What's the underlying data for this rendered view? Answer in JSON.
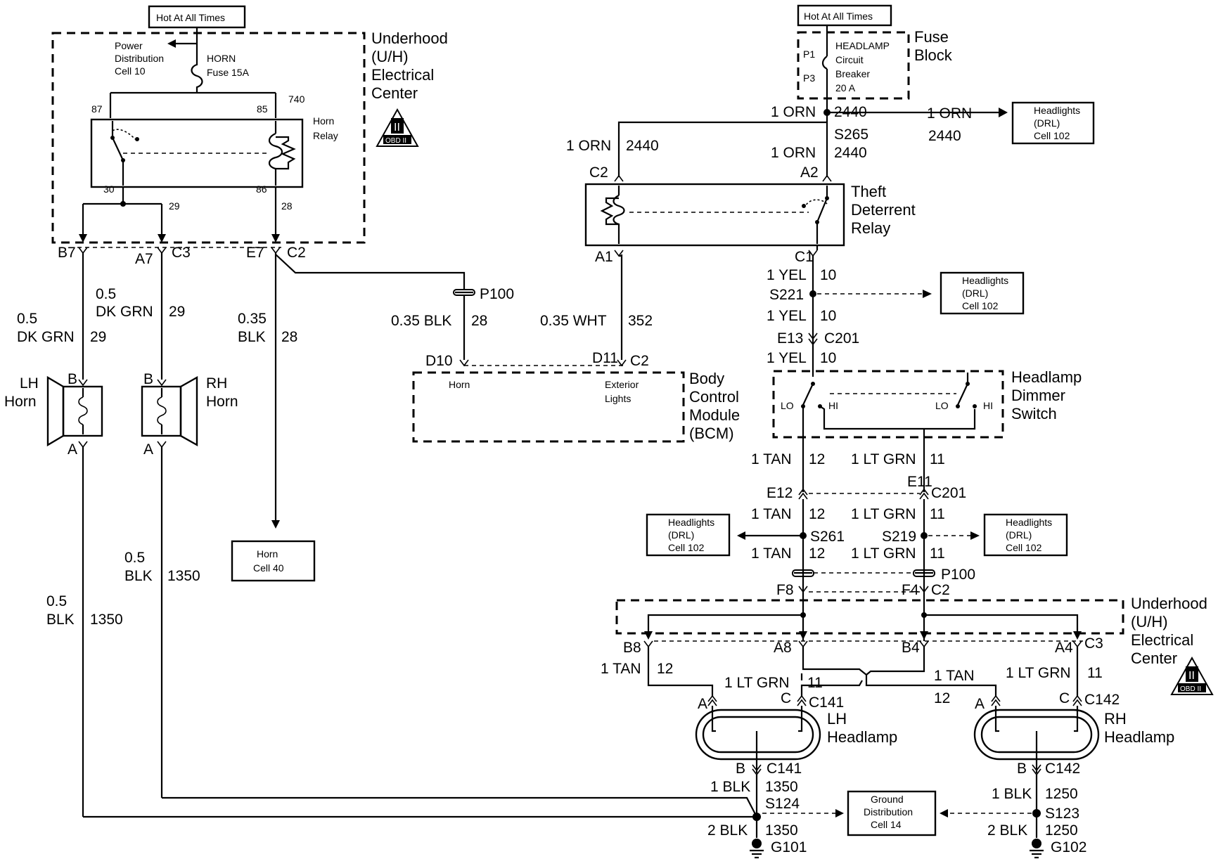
{
  "labels": {
    "hot1": "Hot At All Times",
    "hot2": "Hot At All Times",
    "pdc1": "Power",
    "pdc2": "Distribution",
    "pdc3": "Cell 10",
    "hornfuse1": "HORN",
    "hornfuse2": "Fuse 15A",
    "uh1_1": "Underhood",
    "uh1_2": "(U/H)",
    "uh1_3": "Electrical",
    "uh1_4": "Center",
    "obd": "OBD II",
    "obd_ii": "II",
    "hr87": "87",
    "hr85": "85",
    "hr740": "740",
    "hr30": "30",
    "hr86": "86",
    "hr29": "29",
    "hr28": "28",
    "hornrelay1": "Horn",
    "hornrelay2": "Relay",
    "b7": "B7",
    "a7": "A7",
    "c3a": "C3",
    "e7": "E7",
    "c2a": "C2",
    "w05a": "0.5",
    "dkgrn_a": "DK GRN",
    "n29a": "29",
    "w05b": "0.5",
    "dkgrn_b": "DK GRN",
    "n29b": "29",
    "w035a": "0.35",
    "blk_a": "BLK",
    "n28a": "28",
    "lh1": "LH",
    "lh2": "Horn",
    "rh1": "RH",
    "rh2": "Horn",
    "lhb": "B",
    "lha": "A",
    "rhb": "B",
    "rha": "A",
    "horncell1": "Horn",
    "horncell2": "Cell 40",
    "p100a": "P100",
    "w035blk28": "0.35 BLK",
    "n28b": "28",
    "w035wht": "0.35 WHT",
    "n352": "352",
    "d10": "D10",
    "d11": "D11",
    "c2b": "C2",
    "bcm_horn": "Horn",
    "bcm_ext1": "Exterior",
    "bcm_ext2": "Lights",
    "bcm1": "Body",
    "bcm2": "Control",
    "bcm3": "Module",
    "bcm4": "(BCM)",
    "p1": "P1",
    "p3": "P3",
    "cb1": "HEADLAMP",
    "cb2": "Circuit",
    "cb3": "Breaker",
    "cb4": "20 A",
    "fb1": "Fuse",
    "fb2": "Block",
    "orn1": "1 ORN",
    "n2440a": "2440",
    "orn2": "1 ORN",
    "n2440b": "2440",
    "orn3": "1 ORN",
    "n2440c": "2440",
    "orn4": "1 ORN",
    "n2440d": "2440",
    "s265": "S265",
    "drl1_1": "Headlights",
    "drl1_2": "(DRL)",
    "drl1_3": "Cell 102",
    "c2c": "C2",
    "a2": "A2",
    "tdr1": "Theft",
    "tdr2": "Deterrent",
    "tdr3": "Relay",
    "a1": "A1",
    "c1": "C1",
    "yel1": "1 YEL",
    "n10a": "10",
    "s221": "S221",
    "yel2": "1 YEL",
    "n10b": "10",
    "e13": "E13",
    "c201a": "C201",
    "yel3": "1 YEL",
    "n10c": "10",
    "drl2_1": "Headlights",
    "drl2_2": "(DRL)",
    "drl2_3": "Cell 102",
    "lo1": "LO",
    "hi1": "HI",
    "lo2": "LO",
    "hi2": "HI",
    "hds1": "Headlamp",
    "hds2": "Dimmer",
    "hds3": "Switch",
    "tan1": "1 TAN",
    "n12a": "12",
    "ltgrn1": "1 LT GRN",
    "n11a": "11",
    "e12": "E12",
    "e11": "E11",
    "c201b": "C201",
    "tan2": "1 TAN",
    "n12b": "12",
    "ltgrn2": "1 LT GRN",
    "n11b": "11",
    "s261": "S261",
    "s219": "S219",
    "drl3_1": "Headlights",
    "drl3_2": "(DRL)",
    "drl3_3": "Cell 102",
    "drl4_1": "Headlights",
    "drl4_2": "(DRL)",
    "drl4_3": "Cell 102",
    "tan3": "1 TAN",
    "n12c": "12",
    "ltgrn3": "1 LT GRN",
    "n11c": "11",
    "p100b": "P100",
    "f8": "F8",
    "f4": "F4",
    "c2d": "C2",
    "uh2_1": "Underhood",
    "uh2_2": "(U/H)",
    "uh2_3": "Electrical",
    "uh2_4": "Center",
    "b8": "B8",
    "a8": "A8",
    "b4": "B4",
    "a4": "A4",
    "c3b": "C3",
    "tan4": "1 TAN",
    "n12d": "12",
    "ltgrn4": "1 LT GRN",
    "n11d": "11",
    "tan5": "1 TAN",
    "n12e": "12",
    "ltgrn5": "1 LT GRN",
    "n11e": "11",
    "a_lh": "A",
    "c_lh": "C",
    "c141a": "C141",
    "a_rh": "A",
    "c_rh": "C",
    "c142a": "C142",
    "lhhl1": "LH",
    "lhhl2": "Headlamp",
    "rhhl1": "RH",
    "rhhl2": "Headlamp",
    "b_lh": "B",
    "c141b": "C141",
    "b_rh": "B",
    "c142b": "C142",
    "blk1": "1 BLK",
    "n1350a": "1350",
    "s124": "S124",
    "blk2": "2 BLK",
    "n1350b": "1350",
    "g101": "G101",
    "blk3": "1 BLK",
    "n1250a": "1250",
    "s123": "S123",
    "blk4": "2 BLK",
    "n1250b": "1250",
    "g102": "G102",
    "gd1": "Ground",
    "gd2": "Distribution",
    "gd3": "Cell 14",
    "w05c": "0.5",
    "blk_c": "BLK",
    "n1350c": "1350",
    "w05d": "0.5",
    "blk_d": "BLK",
    "n1350d": "1350"
  }
}
